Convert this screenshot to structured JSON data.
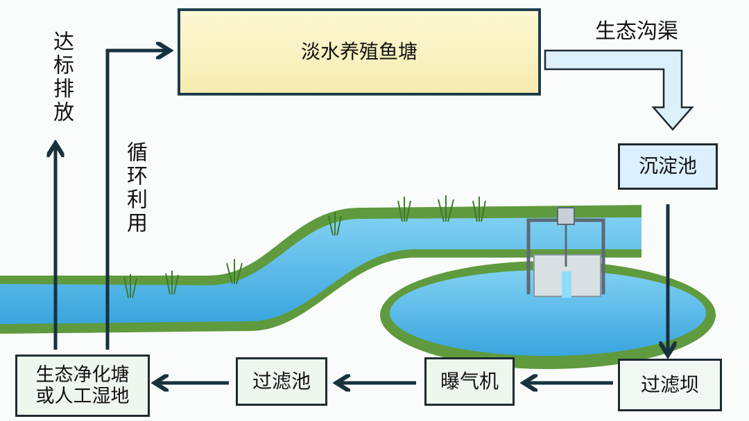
{
  "title_box": {
    "label": "淡水养殖鱼塘"
  },
  "channel": {
    "label": "生态沟渠"
  },
  "stages": {
    "sedimentation": "沉淀池",
    "filter_dam": "过滤坝",
    "aerator": "曝气机",
    "filter_pool": "过滤池",
    "wetland": "生态净化塘或人工湿地"
  },
  "side_labels": {
    "discharge": "达标排放",
    "recycle": "循环利用"
  },
  "colors": {
    "pond_box": "#fbf3bf",
    "stage_box": "#eef7ee",
    "sediment_box": "#dcefff",
    "arrow": "#17323f",
    "water": "#45b3e6",
    "grass": "#5f9a3e"
  }
}
